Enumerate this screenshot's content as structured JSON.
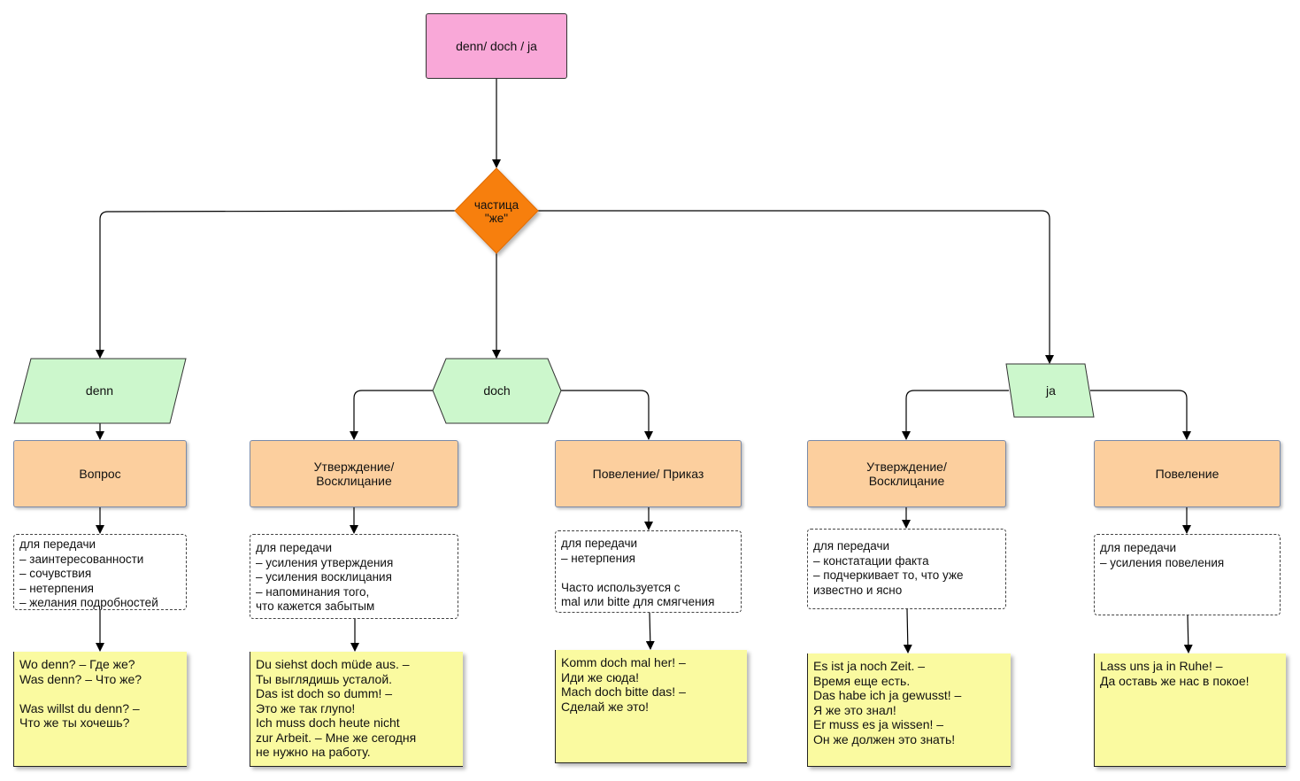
{
  "root": {
    "label": "denn/ doch / ja"
  },
  "hub": {
    "label": "частица\n\"же\""
  },
  "particles": {
    "denn": "denn",
    "doch": "doch",
    "ja": "ja"
  },
  "categories": {
    "denn_question": "Вопрос",
    "doch_statement": "Утверждение/\nВосклицание",
    "doch_command": "Повеление/ Приказ",
    "ja_statement": "Утверждение/\nВосклицание",
    "ja_command": "Повеление"
  },
  "notes": {
    "denn_question": "для передачи\n– заинтересованности\n– сочувствия\n– нетерпения\n– желания подробностей",
    "doch_statement": "для передачи\n– усиления утверждения\n– усиления восклицания\n– напоминания того,\nчто кажется забытым",
    "doch_command": "для передачи\n– нетерпения\n\nЧасто используется с\nmal или bitte для смягчения",
    "ja_statement": "для передачи\n– констатации факта\n– подчеркивает то, что уже\nизвестно и ясно",
    "ja_command": "для передачи\n– усиления повеления"
  },
  "examples": {
    "denn_question": "Wo denn? – Где же?\nWas denn? – Что же?\n\nWas willst du denn? –\nЧто же ты хочешь?",
    "doch_statement": "Du siehst doch müde aus. –\nТы выглядишь усталой.\nDas ist doch so dumm! –\nЭто же так глупо!\nIch muss doch heute nicht\nzur Arbeit. – Мне же сегодня\nне нужно на работу.",
    "doch_command": "Komm doch mal her! –\nИди же сюда!\nMach doch bitte das! –\nСделай же это!",
    "ja_statement": "Es ist ja noch Zeit. –\nВремя еще есть.\nDas habe ich ja gewusst! –\nЯ же это знал!\nEr muss es ja wissen! –\nОн же должен это знать!",
    "ja_command": "Lass uns ja in Ruhe! –\nДа оставь же нас в покое!"
  },
  "colors": {
    "root_fill": "#f9a8d8",
    "hub_fill": "#f77f0f",
    "particle_fill": "#ccf7cc",
    "category_fill": "#fccf9e",
    "sticky_fill": "#fafaa0"
  }
}
